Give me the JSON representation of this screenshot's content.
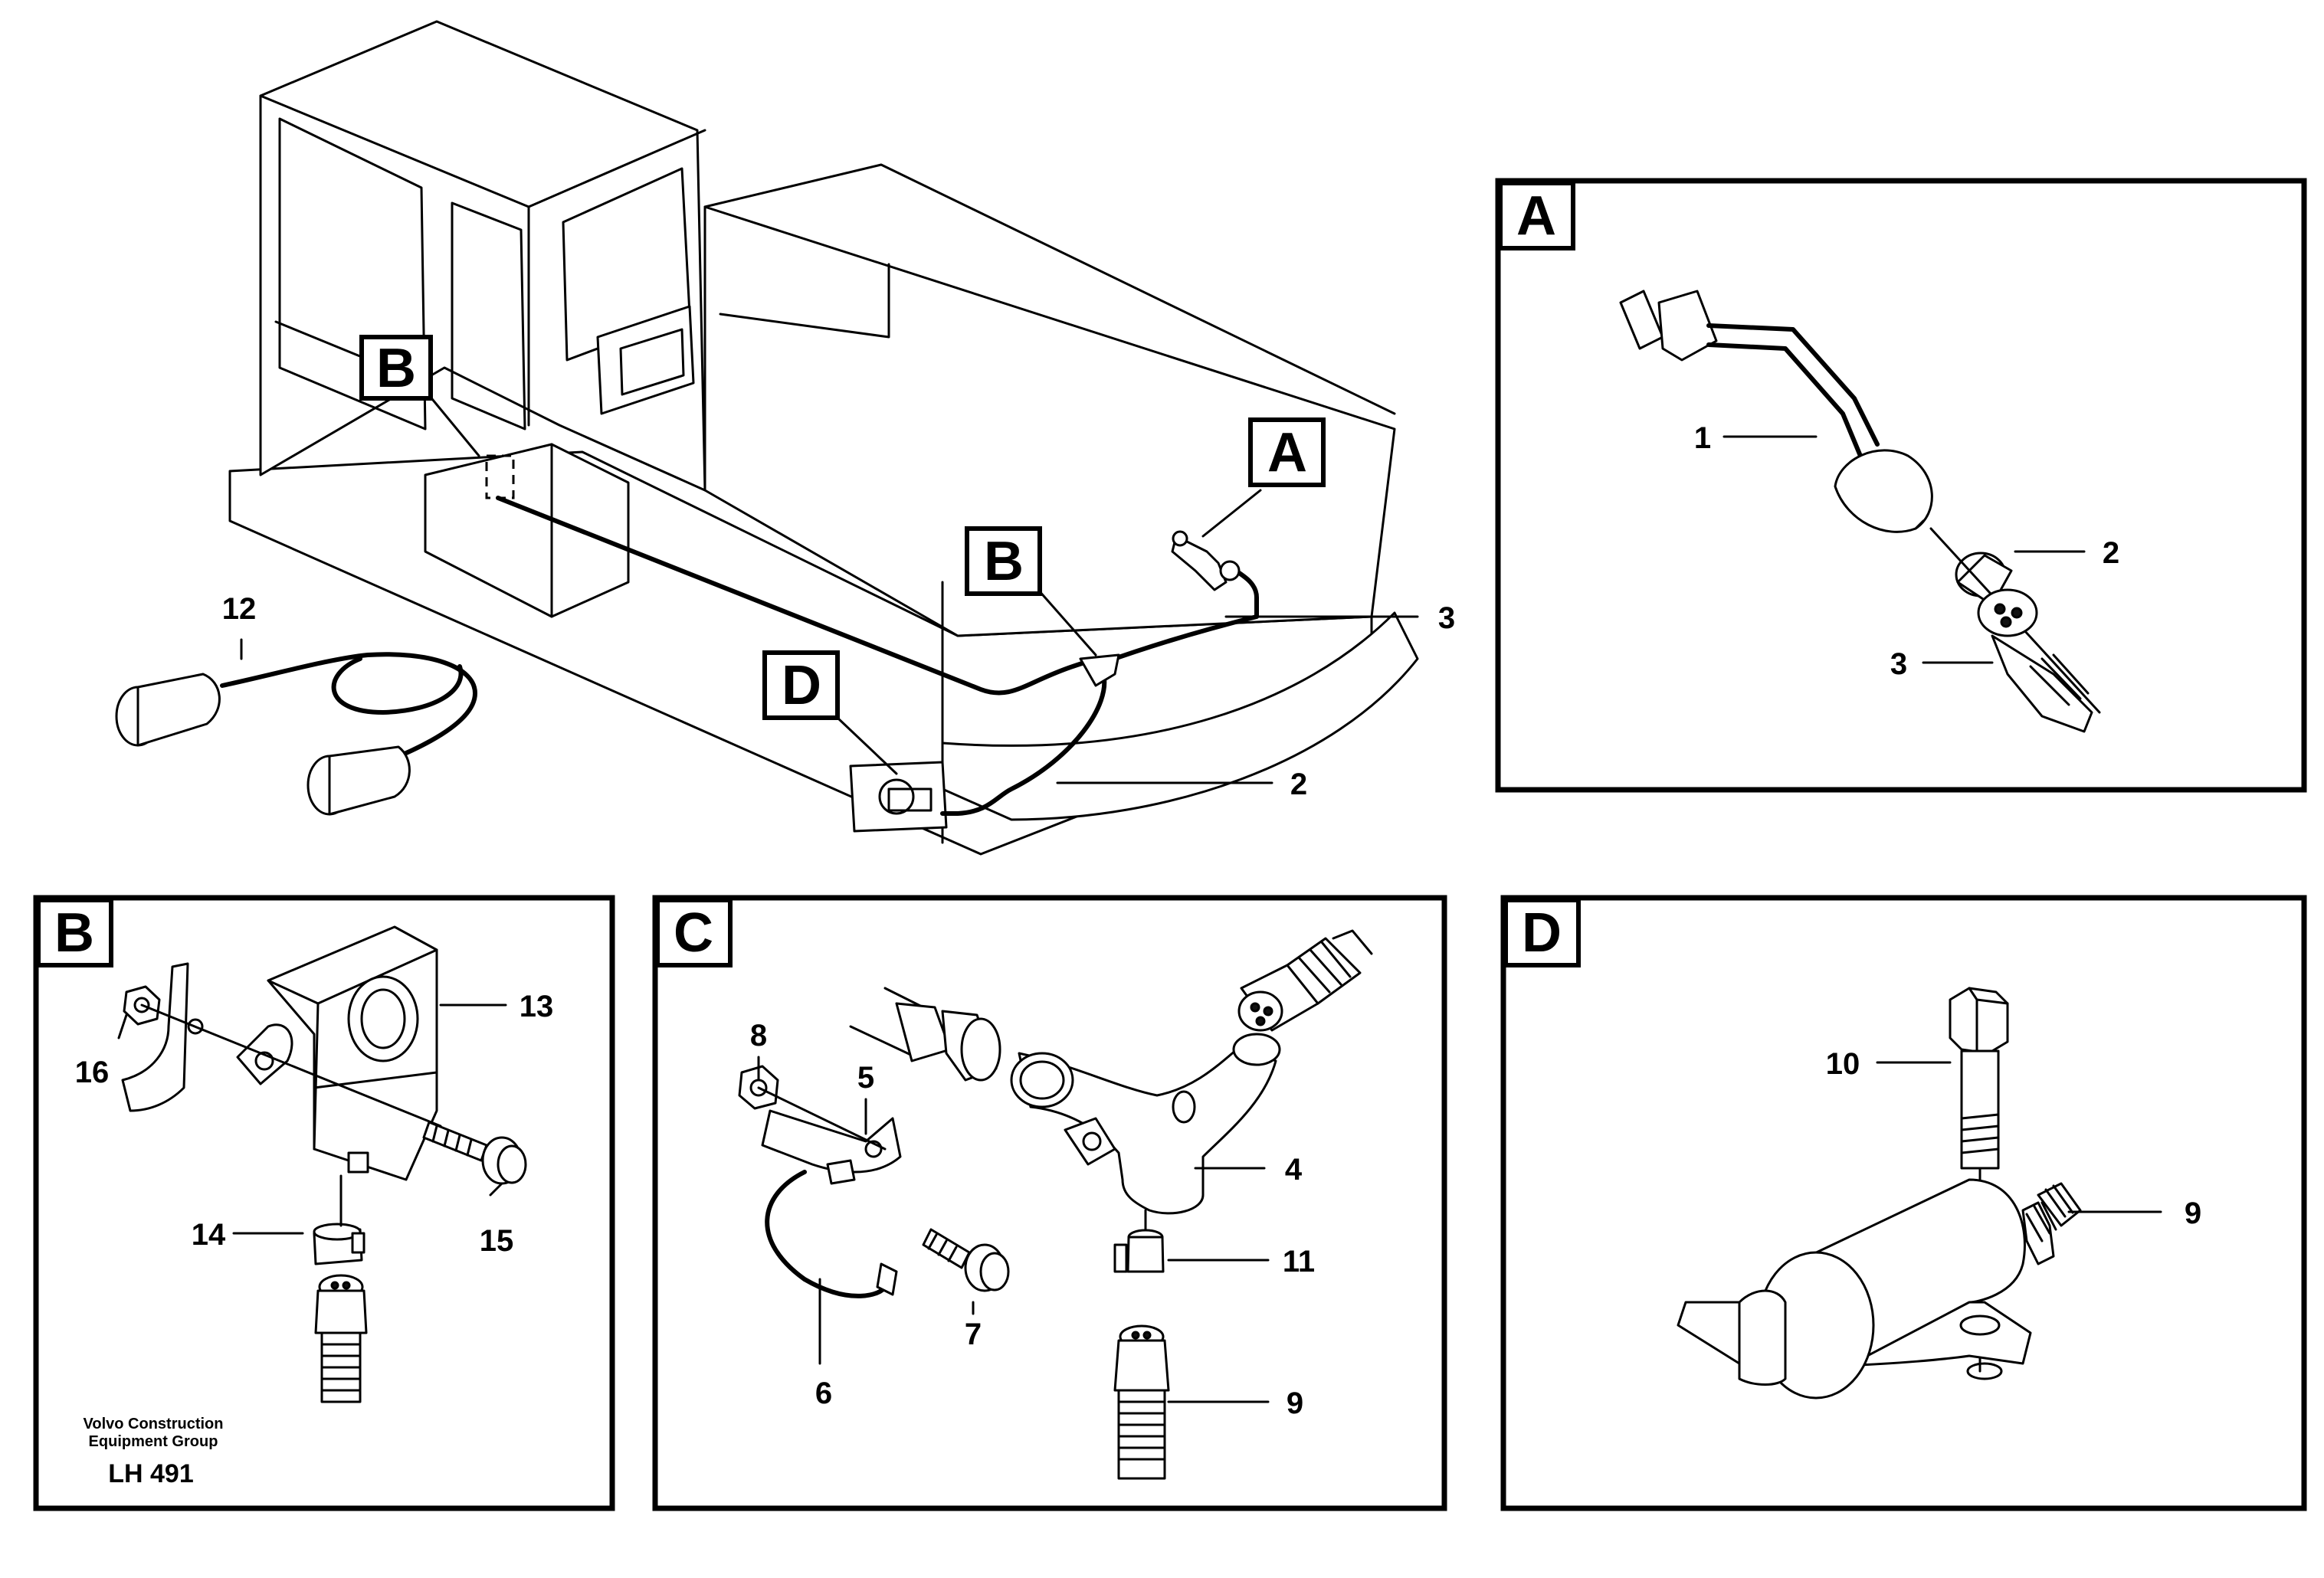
{
  "credit": {
    "line1": "Volvo Construction",
    "line2": "Equipment Group",
    "code": "LH 491"
  },
  "view_letters": {
    "A": "A",
    "B": "B",
    "C": "C",
    "D": "D"
  },
  "callouts": {
    "main": [
      "12",
      "3",
      "2"
    ],
    "detail_a": [
      "1",
      "2",
      "3"
    ],
    "detail_b": [
      "13",
      "16",
      "15",
      "14"
    ],
    "detail_c": [
      "8",
      "5",
      "4",
      "7",
      "6",
      "11",
      "9"
    ],
    "detail_d": [
      "10",
      "9"
    ]
  }
}
